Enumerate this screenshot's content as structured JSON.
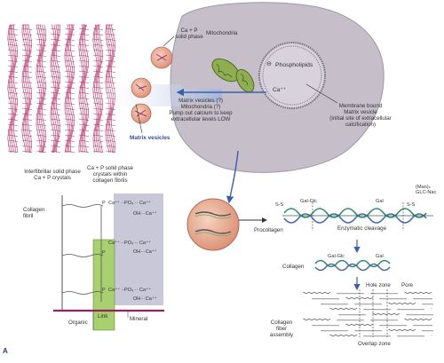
{
  "labels": {
    "mitochondria": "Mitochondria",
    "ca_p_solid_phase": "Ca + P\nsolid phase",
    "phospholipids": "Phospholipids",
    "minus": "⊖",
    "ca_ion": "Ca⁺⁺",
    "matrix_vesicles_text": "Matrix vesicles (?)\nMitochondria (?)\nPump out calcium to keep\nextracellular levels LOW",
    "membrane_bound": "Membrane bound\nMatrix vesicle\n(initial site of extracellular\ncalcification)",
    "matrix_vesicles_title": "Matrix vesicles",
    "interfibrillar": "Interfibrillar solid phase\nCa + P crystals",
    "intrafibril_crystals": "Ca + P solid phase\ncrystals within\ncollagen fibrils",
    "collagen_fibril": "Collagen\nfibril",
    "link": "Link",
    "organic": "Organic",
    "mineral": "Mineral",
    "procollagen": "Procollagen",
    "enzymatic_cleavage": "Enzymatic cleavage",
    "gal_glc_1": "Gal-Glc",
    "gal_1": "Gal",
    "gal_glc_2": "Gal-Glc",
    "gal_2": "Gal",
    "man_glcnac": "(Man)ₙ\nGLC-Nac",
    "collagen": "Collagen",
    "hole_zone": "Hole zone",
    "pore": "Pore",
    "collagen_fiber_assembly": "Collagen\nfiber\nassembly",
    "overlap_zone": "Overlap zone",
    "panel_letter": "A",
    "ca_lines": [
      "Ca⁺⁺",
      "Ca⁺⁺",
      "Ca⁺⁺",
      "Ca⁺⁺",
      "Ca⁺⁺",
      "Ca⁺⁺"
    ],
    "oh_ca": "OH···Ca⁺⁺",
    "po4": "PO₄",
    "ca_po4": "Ca⁺⁺ ··PO₄ ·· Ca⁺⁺",
    "ss": "S-S"
  },
  "colors": {
    "cell": "#c9c2cc",
    "vesicle": "#e8a890",
    "fibril": "#b0306a",
    "arrow": "#3d5fa8",
    "mito": "#8aa84a",
    "link_green": "#a8d070",
    "mineral_bg": "#c8c8d8",
    "collagen_green": "#2e8b6a",
    "collagen_blue": "#4a6aa8"
  }
}
